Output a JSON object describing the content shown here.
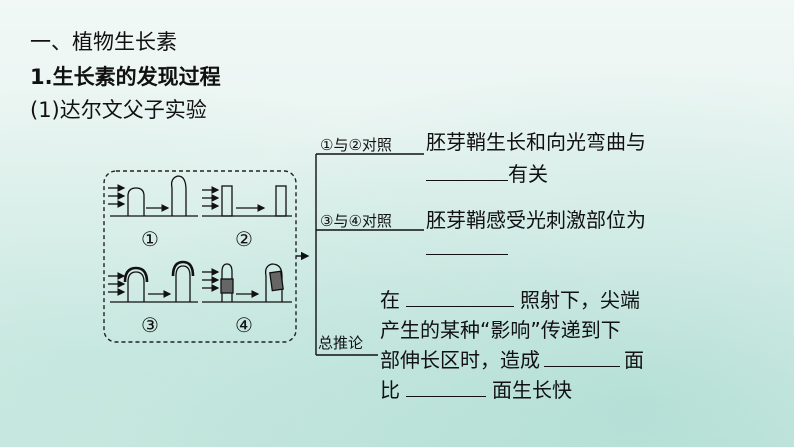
{
  "heading": {
    "section": "一、植物生长素",
    "subsection": "1.生长素的发现过程",
    "experiment": "(1)达尔文父子实验"
  },
  "diagram": {
    "panel_labels": [
      "①",
      "②",
      "③",
      "④"
    ],
    "branches": [
      {
        "label": "①与②对照",
        "line1": "胚芽鞘生长和向光弯曲与",
        "line2_suffix": "有关"
      },
      {
        "label": "③与④对照",
        "line1": "胚芽鞘感受光刺激部位为"
      },
      {
        "label": "总推论",
        "line1_prefix": "在",
        "line1_suffix": "照射下，尖端",
        "line2": "产生的某种“影响”传递到下",
        "line3_prefix": "部伸长区时，造成",
        "line3_suffix": "面",
        "line4_prefix": "比",
        "line4_suffix": "面生长快"
      }
    ]
  }
}
